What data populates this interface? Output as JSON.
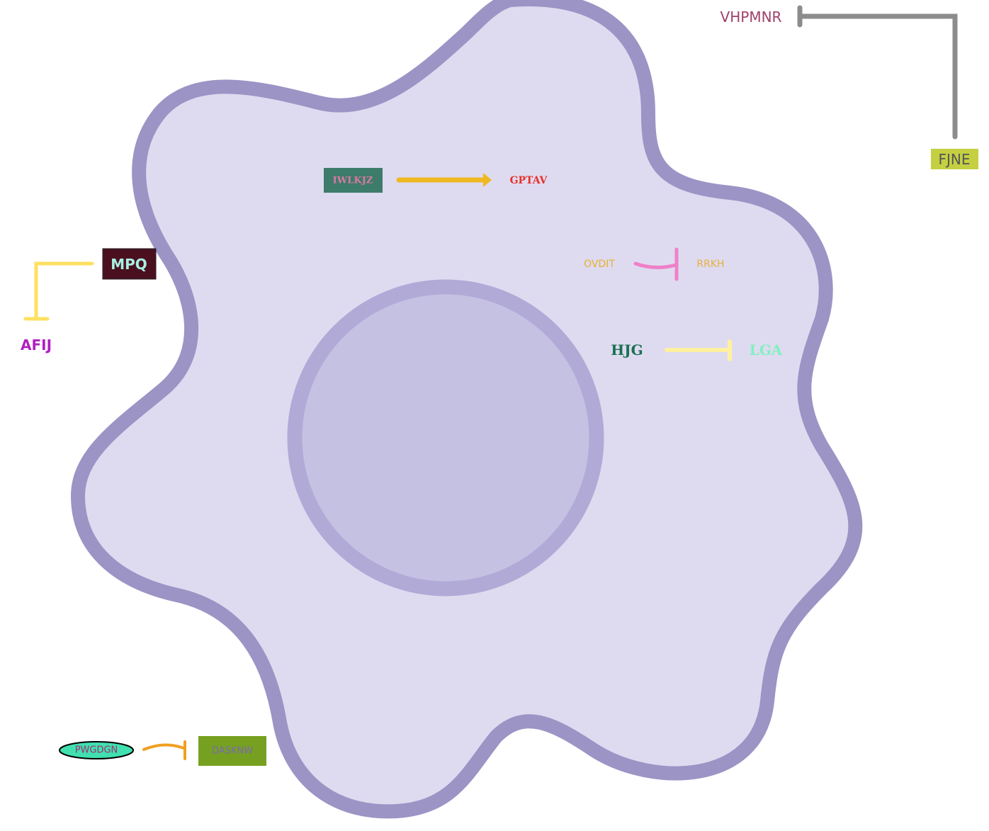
{
  "diagram": {
    "nodes": {
      "vhpmnr": {
        "label": "VHPMNR",
        "text_color": "#a0406a"
      },
      "fjne": {
        "label": "FJNE",
        "text_color": "#555555",
        "fill": "#c4d042"
      },
      "iwlkjz": {
        "label": "IWLKJZ",
        "text_color": "#d97aa0",
        "fill": "#3d7b6a"
      },
      "gptav": {
        "label": "GPTAV",
        "text_color": "#e8302a"
      },
      "mpq": {
        "label": "MPQ",
        "text_color": "#a8f0e0",
        "fill": "#4a1020"
      },
      "afij": {
        "label": "AFIJ",
        "text_color": "#b020c0"
      },
      "ovdit": {
        "label": "OVDIT",
        "text_color": "#e8b030"
      },
      "rrkh": {
        "label": "RRKH",
        "text_color": "#e8b040"
      },
      "hjg": {
        "label": "HJG",
        "text_color": "#1a7050"
      },
      "lga": {
        "label": "LGA",
        "text_color": "#80f0c0"
      },
      "pwgdgn": {
        "label": "PWGDGN",
        "text_color": "#a03070",
        "fill": "#40e0b0"
      },
      "dasknw": {
        "label": "DASKNW",
        "text_color": "#7a6ab0",
        "fill": "#76a020"
      }
    },
    "edges": [
      {
        "from": "VHPMNR",
        "to": "FJNE",
        "type": "inhibition",
        "color": "#8c8c8c"
      },
      {
        "from": "IWLKJZ",
        "to": "GPTAV",
        "type": "activation",
        "color": "#f0b820"
      },
      {
        "from": "MPQ",
        "to": "AFIJ",
        "type": "inhibition",
        "color": "#ffe060"
      },
      {
        "from": "OVDIT",
        "to": "RRKH",
        "type": "inhibition",
        "color": "#f080c8"
      },
      {
        "from": "HJG",
        "to": "LGA",
        "type": "inhibition",
        "color": "#fff0a0"
      },
      {
        "from": "PWGDGN",
        "to": "DASKNW",
        "type": "inhibition",
        "color": "#f0a020"
      }
    ],
    "cell": {
      "membrane_fill": "#dedbf0",
      "membrane_stroke": "#9b94c5",
      "nucleus_fill": "#c5c1e3",
      "nucleus_stroke": "#b1aad7"
    }
  }
}
